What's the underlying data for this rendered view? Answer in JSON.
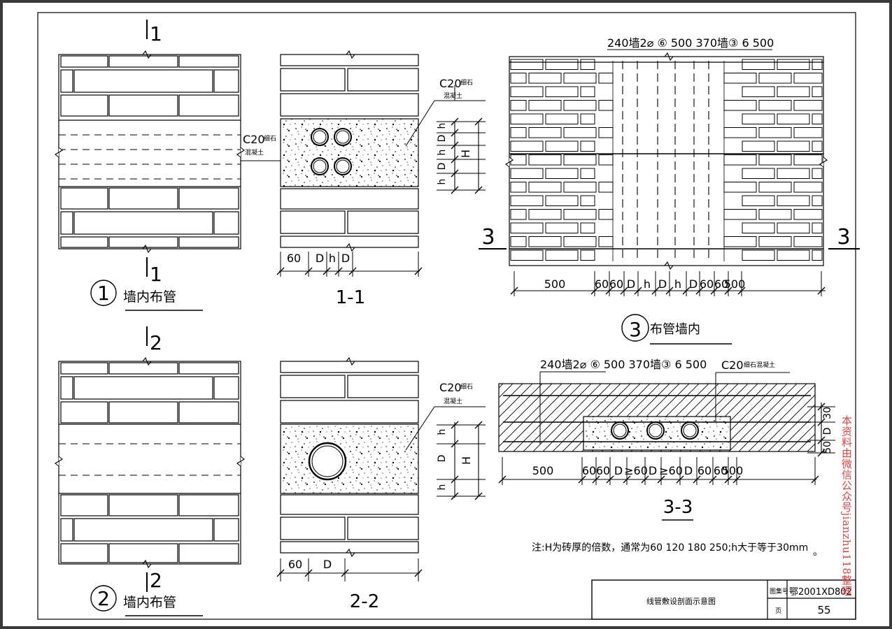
{
  "sections": {
    "s1_top": "1",
    "s1_bot": "1",
    "s2_top": "2",
    "s2_bot": "2",
    "s3_left": "3",
    "s3_right": "3"
  },
  "detail1": {
    "num": "1",
    "title": "墙内布管",
    "c20": "C20",
    "c20_note": "细石",
    "c20_note2": "混凝土"
  },
  "detail2": {
    "num": "2",
    "title": "墙内布管"
  },
  "detail3": {
    "num": "3",
    "title": "布管墙内"
  },
  "section11": {
    "title": "1-1",
    "c20": "C20",
    "c20_note": "细石",
    "c20_note2": "混凝土",
    "dims": {
      "d60": "60",
      "dD1": "D",
      "dh": "h",
      "dD2": "D"
    },
    "vert": {
      "h1": "h",
      "D1": "D",
      "h2": "h",
      "D2": "D",
      "h3": "h",
      "H": "H"
    }
  },
  "section22": {
    "title": "2-2",
    "c20": "C20",
    "c20_note": "细石",
    "c20_note2": "混凝土",
    "dims": {
      "d60": "60",
      "dD": "D"
    },
    "vert": {
      "h1": "h",
      "D": "D",
      "h2": "h",
      "H": "H"
    }
  },
  "elev3": {
    "top_note": "240墙2⌀ ⑥  500  370墙③  6  500",
    "dims": [
      "500",
      "60",
      "60",
      "D",
      "h",
      "D",
      "h",
      "D",
      "60",
      "60",
      "500"
    ]
  },
  "section33": {
    "title": "3-3",
    "top_note": "240墙2⌀ ⑥  500  370墙③  6  500",
    "c20": "C20",
    "c20_note": "细石混凝土",
    "dims": [
      "500",
      "60",
      "60",
      "D",
      "≥60",
      "D",
      "≥60",
      "D",
      "60",
      "60",
      "500"
    ],
    "right_dims": [
      "30",
      "D",
      "50"
    ]
  },
  "note": {
    "label": "注:",
    "text": "H为砖厚的倍数，通常为60  120  180  250;h大于等于30mm",
    "dot": "。"
  },
  "titleblock": {
    "title": "线管敷设剖面示意图",
    "atlas_label": "图集号",
    "atlas_value": "鄂2001XD802",
    "page_label": "页",
    "page_value": "55"
  },
  "watermark": "本资料由微信公众号jianzhu118整理"
}
